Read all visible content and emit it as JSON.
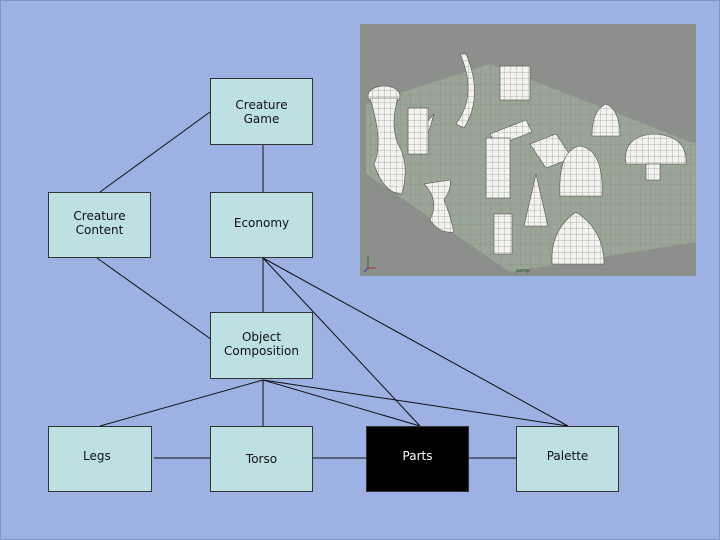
{
  "nodes": {
    "creature_game": "Creature\nGame",
    "creature_content": "Creature\nContent",
    "economy": "Economy",
    "object_composition": "Object\nComposition",
    "legs": "Legs",
    "torso": "Torso",
    "parts": "Parts",
    "palette": "Palette"
  },
  "render": {
    "watermark": "persp"
  },
  "colors": {
    "background": "#9db2e2",
    "node_fill": "#bde0e3",
    "highlight_node": "#000000",
    "line": "#111111"
  }
}
